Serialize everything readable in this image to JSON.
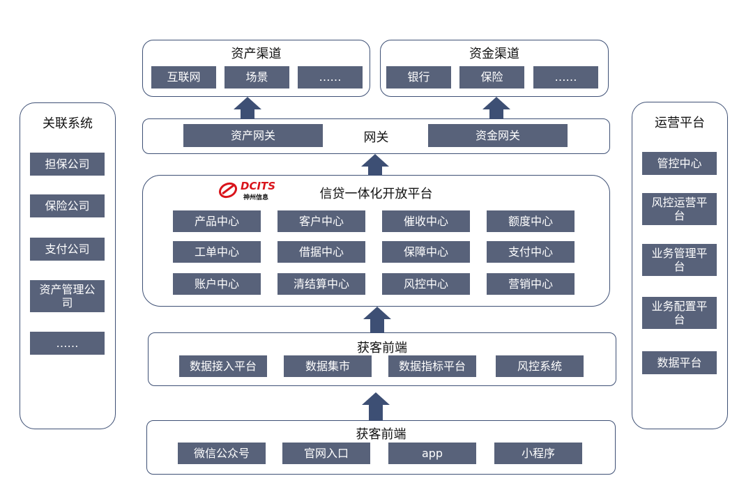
{
  "asset_channel": {
    "title": "资产渠道",
    "items": [
      "互联网",
      "场景",
      "……"
    ]
  },
  "fund_channel": {
    "title": "资金渠道",
    "items": [
      "银行",
      "保险",
      "……"
    ]
  },
  "gateway": {
    "title": "网关",
    "left": "资产网关",
    "right": "资金网关"
  },
  "platform": {
    "logo_text": "DCITS",
    "logo_sub": "神州信息",
    "title": "信贷一体化开放平台",
    "items": [
      "产品中心",
      "客户中心",
      "催收中心",
      "额度中心",
      "工单中心",
      "借据中心",
      "保障中心",
      "支付中心",
      "账户中心",
      "清结算中心",
      "风控中心",
      "营销中心"
    ]
  },
  "acquire_mid": {
    "title": "获客前端",
    "items": [
      "数据接入平台",
      "数据集市",
      "数据指标平台",
      "风控系统"
    ]
  },
  "acquire_bottom": {
    "title": "获客前端",
    "items": [
      "微信公众号",
      "官网入口",
      "app",
      "小程序"
    ]
  },
  "related": {
    "title": "关联系统",
    "items": [
      "担保公司",
      "保险公司",
      "支付公司",
      "资产管理公司",
      "……"
    ]
  },
  "operation": {
    "title": "运营平台",
    "items": [
      "管控中心",
      "风控运营平台",
      "业务管理平台",
      "业务配置平台",
      "数据平台"
    ]
  },
  "colors": {
    "chip": "#58627a",
    "border": "#3d4f74",
    "logo_red": "#d9141b"
  }
}
